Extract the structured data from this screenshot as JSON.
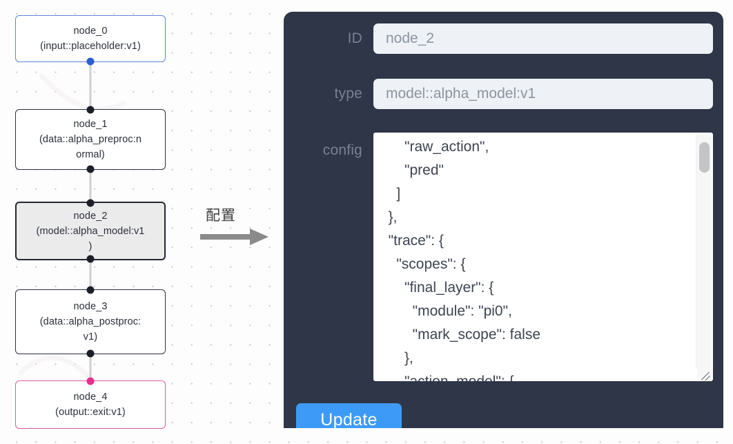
{
  "canvas": {
    "nodes": [
      {
        "id": "node_0",
        "type_line": "(input::placeholder:v1)",
        "role": "input"
      },
      {
        "id": "node_1",
        "type_line": "(data::alpha_preproc:n",
        "type_line2": "ormal)",
        "role": "default"
      },
      {
        "id": "node_2",
        "type_line": "(model::alpha_model:v1",
        "type_line2": ")",
        "role": "selected"
      },
      {
        "id": "node_3",
        "type_line": "(data::alpha_postproc:",
        "type_line2": "v1)",
        "role": "default"
      },
      {
        "id": "node_4",
        "type_line": "(output::exit:v1)",
        "role": "output"
      }
    ],
    "annotation": {
      "label": "配置"
    },
    "colors": {
      "input_border": "#5b86d6",
      "output_border": "#e35b9e",
      "default_border": "#2b2f3a",
      "selected_fill": "#ebebeb",
      "edge": "#d0d0d2",
      "handle": "#1c1f29",
      "handle_input": "#2a5fd0",
      "handle_output": "#e62f8d"
    }
  },
  "panel": {
    "background": "#2e3647",
    "fields": {
      "id": {
        "label": "ID",
        "value": "node_2"
      },
      "type": {
        "label": "type",
        "value": "model::alpha_model:v1"
      },
      "config": {
        "label": "config",
        "value": "      \"raw_action\",\n      \"pred\"\n    ]\n  },\n  \"trace\": {\n    \"scopes\": {\n      \"final_layer\": {\n        \"module\": \"pi0\",\n        \"mark_scope\": false\n      },\n      \"action_model\": {"
      }
    },
    "update_button": {
      "label": "Update",
      "color": "#3d9bf7"
    }
  }
}
